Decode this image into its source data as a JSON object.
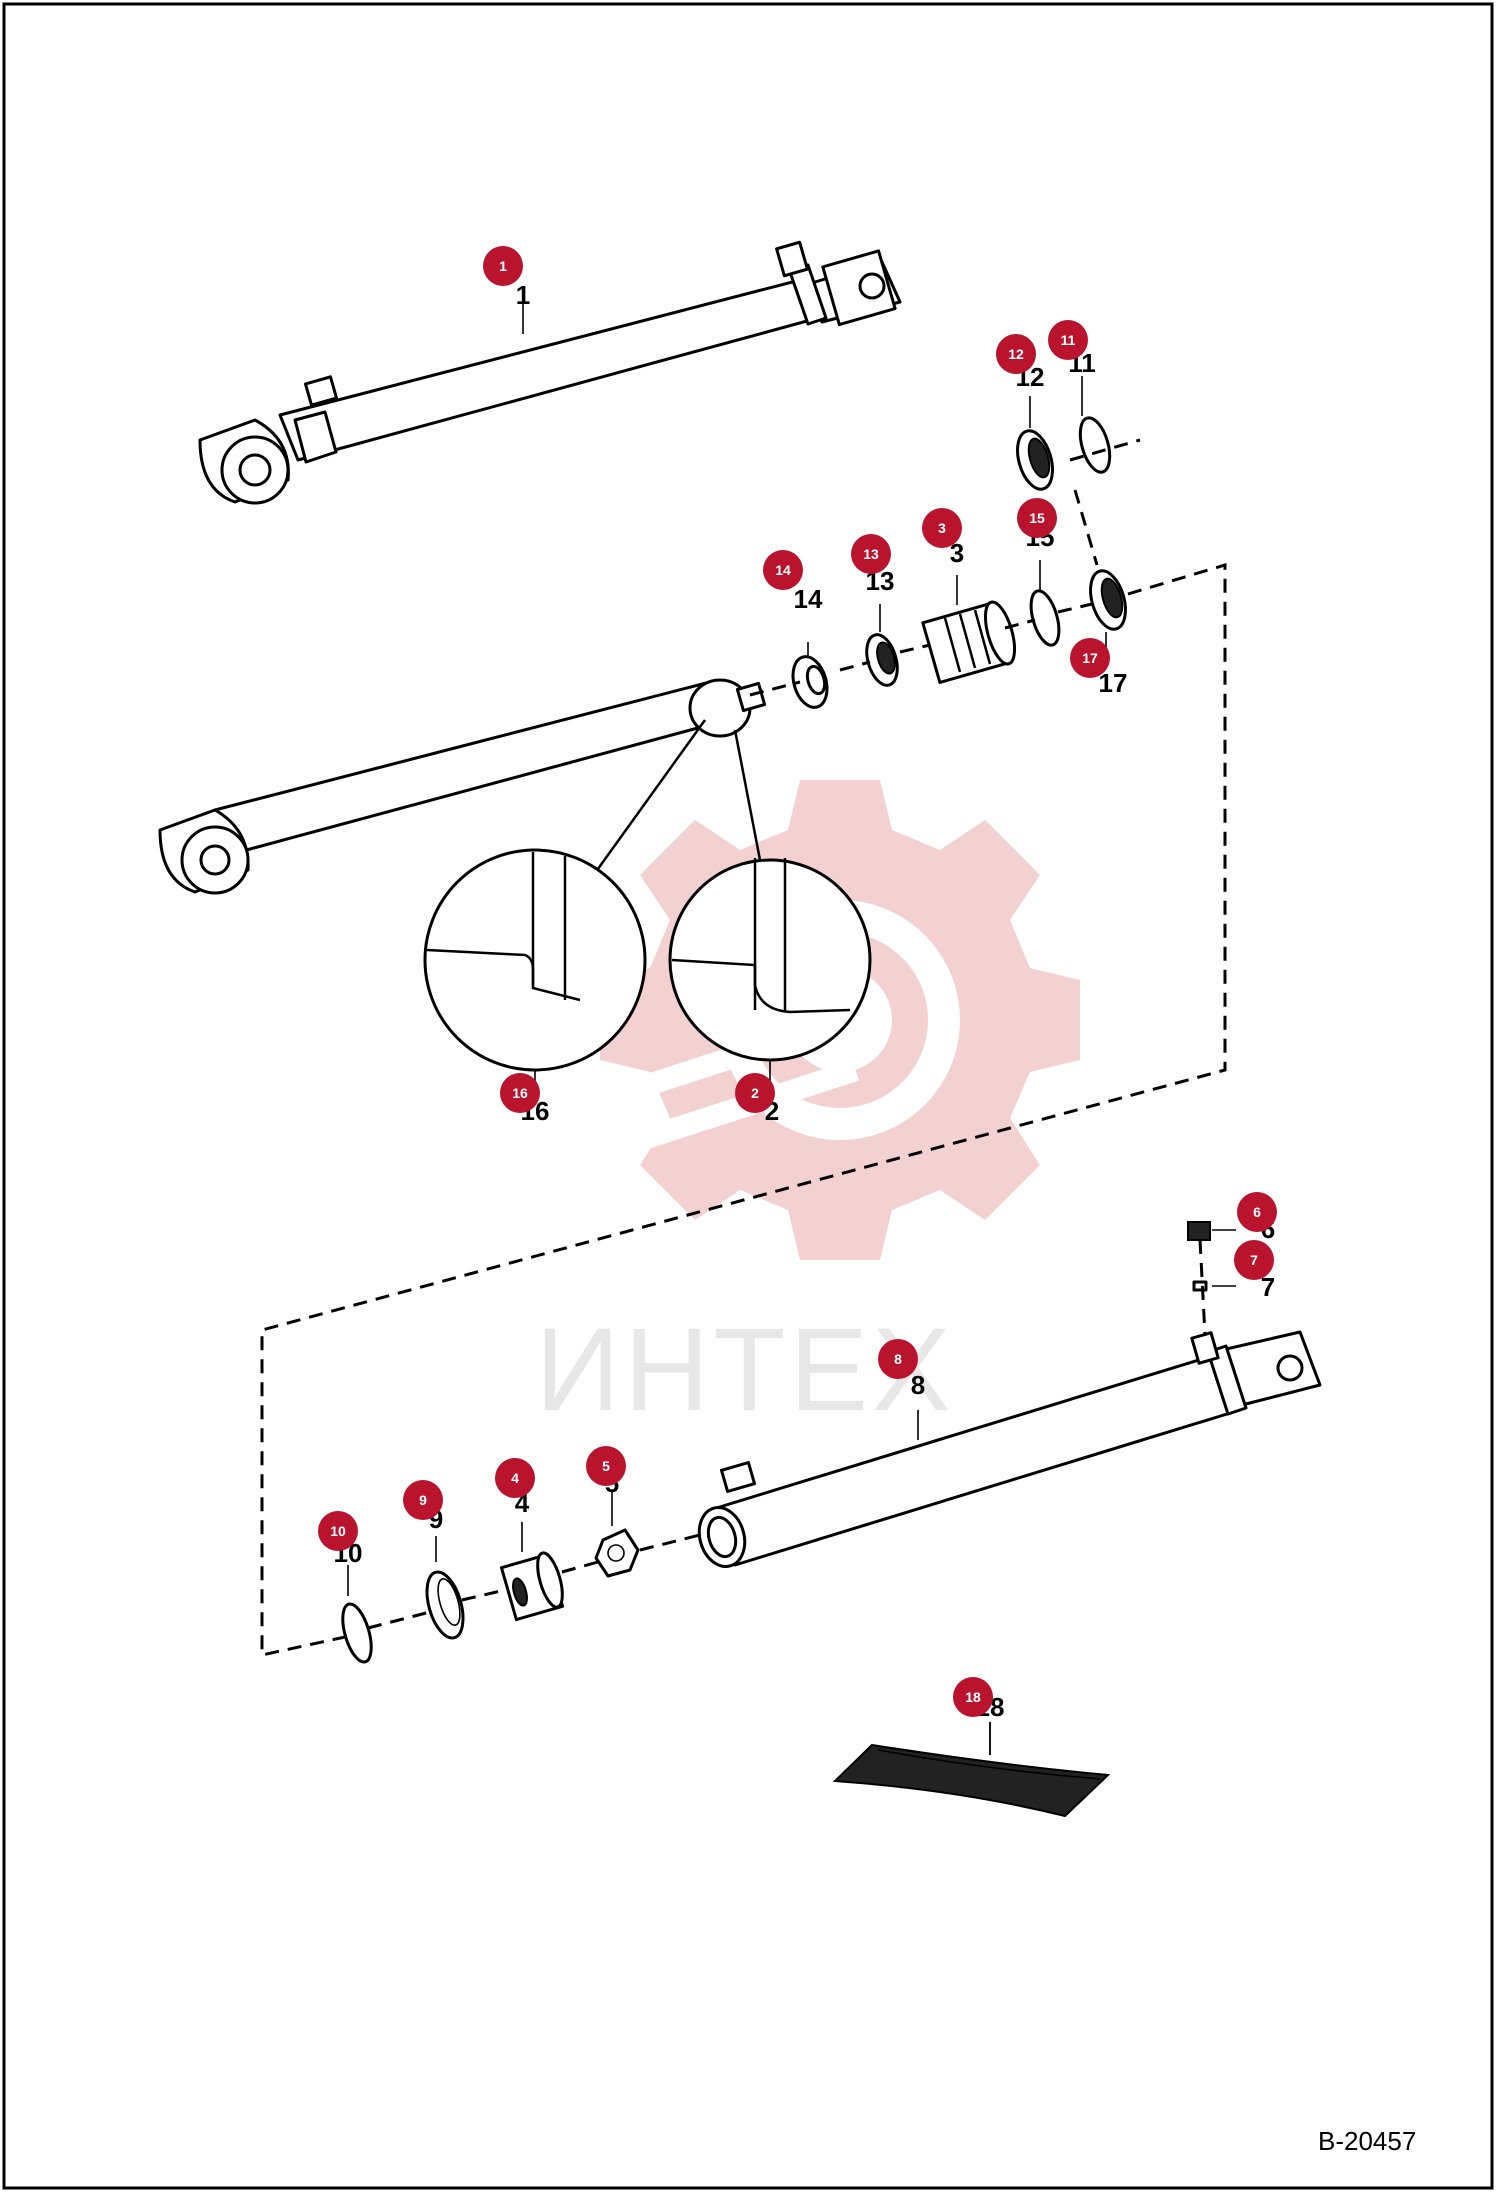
{
  "drawing_number": "B-20457",
  "watermark": {
    "text": "ИНТЕХ",
    "color": "#f2c9c9"
  },
  "callout_color": "#b9132e",
  "parts": [
    {
      "id": "1",
      "label": "1"
    },
    {
      "id": "2",
      "label": "2"
    },
    {
      "id": "3",
      "label": "3"
    },
    {
      "id": "4",
      "label": "4"
    },
    {
      "id": "5",
      "label": "5"
    },
    {
      "id": "6",
      "label": "6"
    },
    {
      "id": "7",
      "label": "7"
    },
    {
      "id": "8",
      "label": "8"
    },
    {
      "id": "9",
      "label": "9"
    },
    {
      "id": "10",
      "label": "10"
    },
    {
      "id": "11",
      "label": "11"
    },
    {
      "id": "12",
      "label": "12"
    },
    {
      "id": "13",
      "label": "13"
    },
    {
      "id": "14",
      "label": "14"
    },
    {
      "id": "15",
      "label": "15"
    },
    {
      "id": "16",
      "label": "16"
    },
    {
      "id": "17",
      "label": "17"
    },
    {
      "id": "18",
      "label": "18"
    }
  ]
}
